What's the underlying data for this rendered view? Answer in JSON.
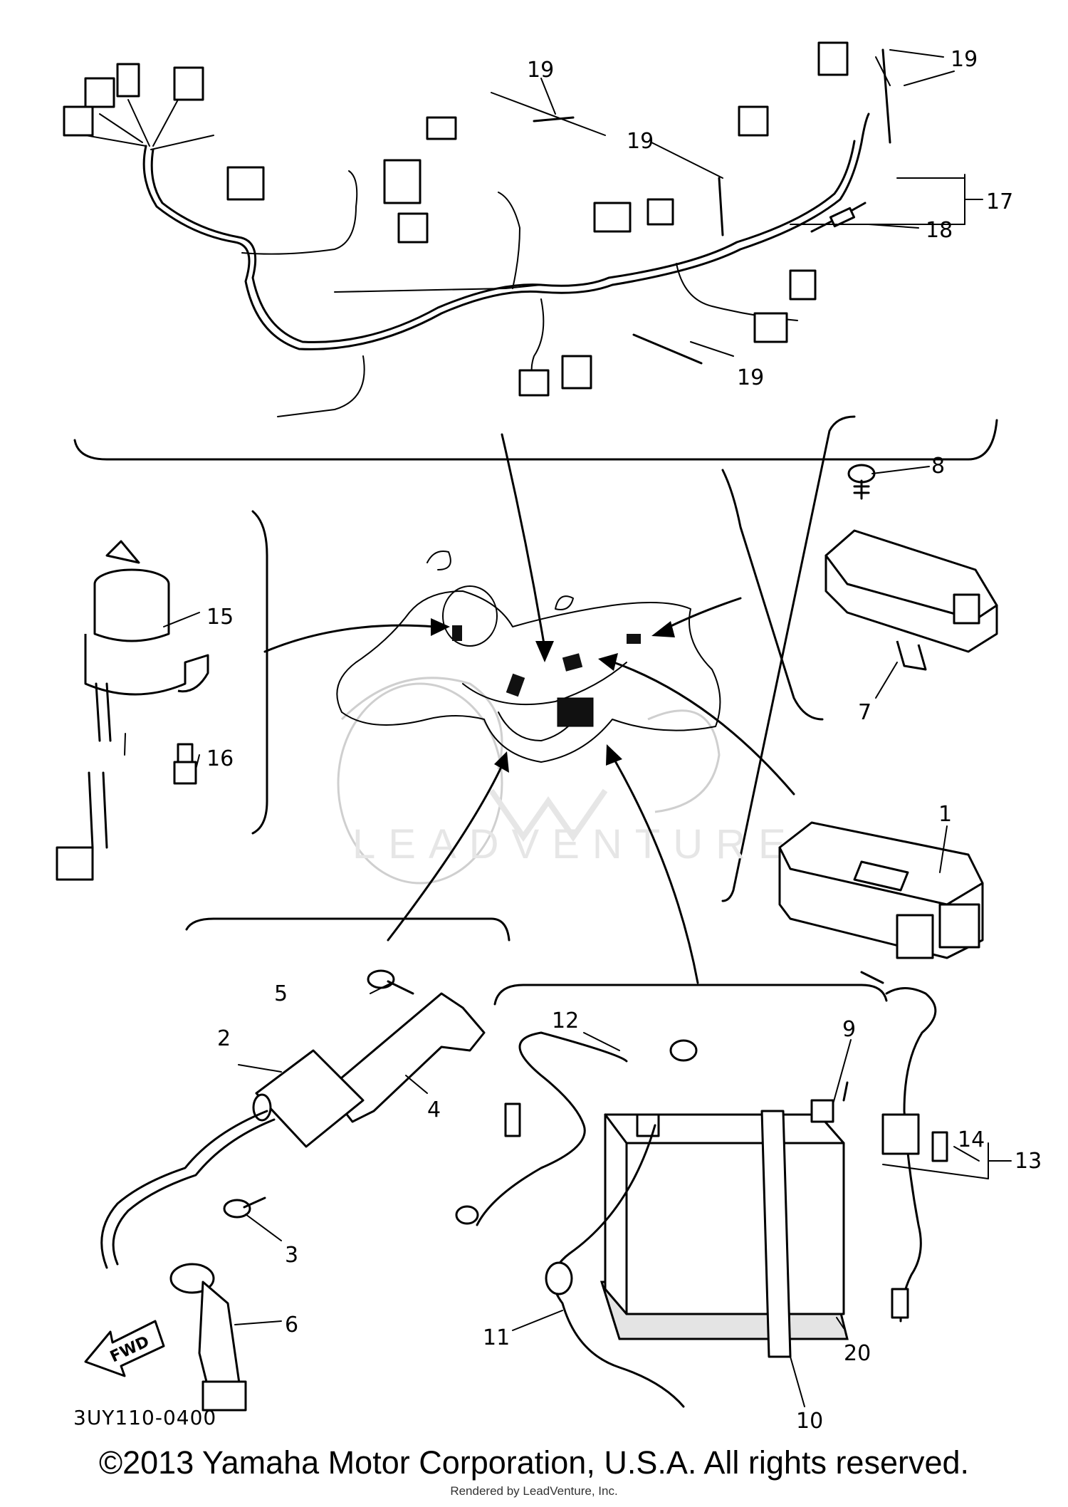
{
  "diagram_code": "3UY110-0400",
  "copyright": "©2013 Yamaha Motor Corporation, U.S.A. All rights reserved.",
  "rendered_by": "Rendered by LeadVenture, Inc.",
  "watermark": "LEADVENTURE",
  "fwd_label": "FWD",
  "callouts": {
    "c1": "1",
    "c2": "2",
    "c3": "3",
    "c4": "4",
    "c5": "5",
    "c6": "6",
    "c7": "7",
    "c8": "8",
    "c9": "9",
    "c10": "10",
    "c11": "11",
    "c12": "12",
    "c13": "13",
    "c14": "14",
    "c15": "15",
    "c16": "16",
    "c17": "17",
    "c18": "18",
    "c19a": "19",
    "c19b": "19",
    "c19c": "19",
    "c19d": "19",
    "c20": "20"
  }
}
